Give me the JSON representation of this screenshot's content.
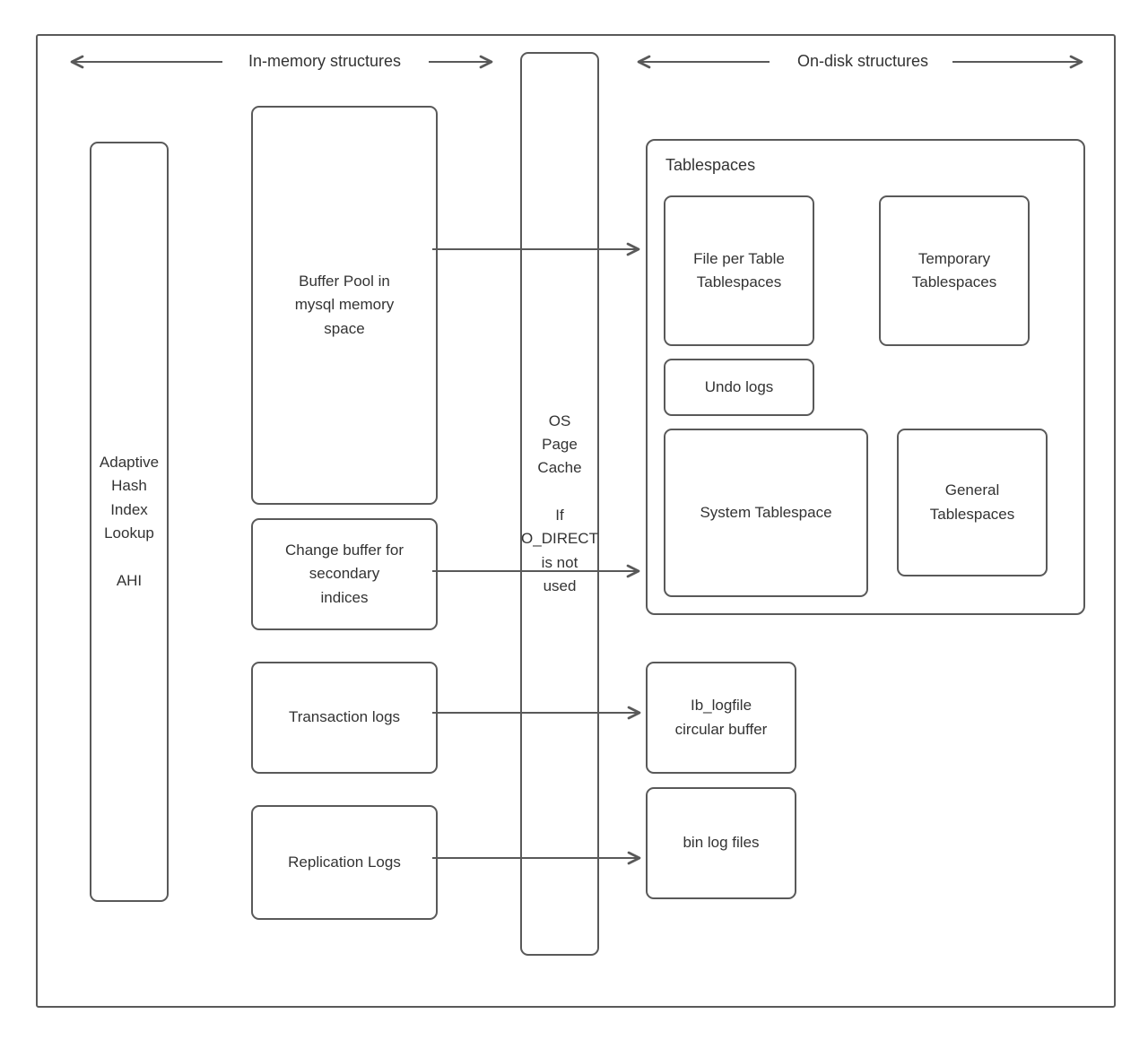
{
  "colors": {
    "stroke": "#595959",
    "text": "#333333",
    "background": "#ffffff"
  },
  "headers": {
    "in_memory": "In-memory structures",
    "on_disk": "On-disk structures"
  },
  "nodes": {
    "ahi": "Adaptive\nHash\nIndex\nLookup\n\nAHI",
    "buffer_pool": "Buffer Pool in\nmysql memory\nspace",
    "change_buffer": "Change buffer for\nsecondary\nindices",
    "transaction_logs": "Transaction logs",
    "replication_logs": "Replication Logs",
    "os_page_cache": "OS\nPage\nCache\n\nIf\nO_DIRECT\nis not\nused",
    "tablespaces_group": "Tablespaces",
    "file_per_table": "File per Table\nTablespaces",
    "temporary_tablespaces": "Temporary\nTablespaces",
    "undo_logs": "Undo logs",
    "system_tablespace": "System Tablespace",
    "general_tablespaces": "General\nTablespaces",
    "ib_logfile": "Ib_logfile\ncircular buffer",
    "bin_log_files": "bin log files"
  }
}
